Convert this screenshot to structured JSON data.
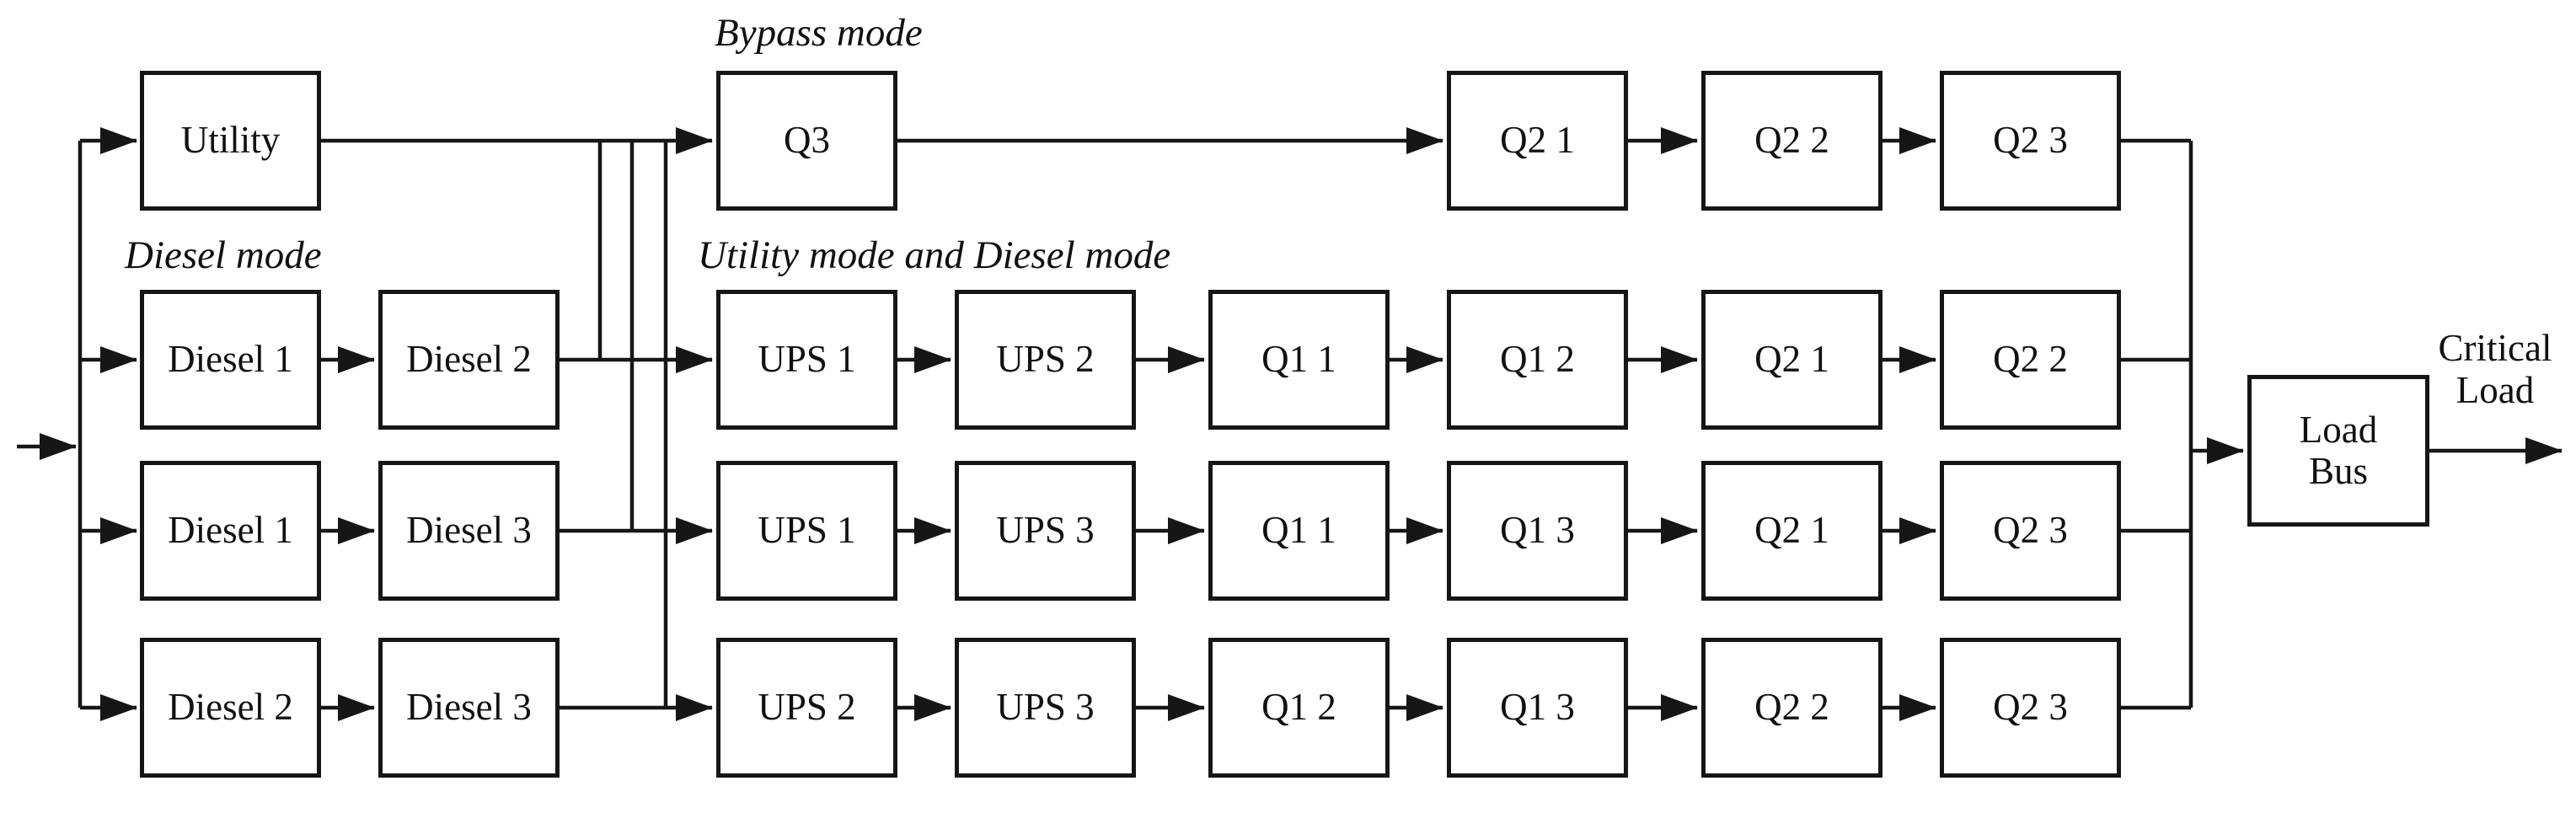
{
  "diagram": {
    "title_labels": {
      "bypass_mode": "Bypass mode",
      "diesel_mode": "Diesel mode",
      "utility_and_diesel_mode": "Utility mode and Diesel mode"
    },
    "external_labels": {
      "critical_load": "Critical Load"
    },
    "line_color": "#161616",
    "nodes": [
      {
        "id": "utility-r1",
        "label": "Utility"
      },
      {
        "id": "q3-r1",
        "label": "Q3"
      },
      {
        "id": "q2-1-r1",
        "label": "Q2 1"
      },
      {
        "id": "q2-2-r1",
        "label": "Q2 2"
      },
      {
        "id": "q2-3-r1",
        "label": "Q2 3"
      },
      {
        "id": "diesel1-r2",
        "label": "Diesel 1"
      },
      {
        "id": "diesel2-r2",
        "label": "Diesel 2"
      },
      {
        "id": "ups1-r2",
        "label": "UPS 1"
      },
      {
        "id": "ups2-r2",
        "label": "UPS 2"
      },
      {
        "id": "q1-1-r2",
        "label": "Q1 1"
      },
      {
        "id": "q1-2-r2",
        "label": "Q1 2"
      },
      {
        "id": "q2-1-r2",
        "label": "Q2 1"
      },
      {
        "id": "q2-2-r2",
        "label": "Q2 2"
      },
      {
        "id": "diesel1-r3",
        "label": "Diesel 1"
      },
      {
        "id": "diesel3-r3",
        "label": "Diesel 3"
      },
      {
        "id": "ups1-r3",
        "label": "UPS 1"
      },
      {
        "id": "ups3-r3",
        "label": "UPS 3"
      },
      {
        "id": "q1-1-r3",
        "label": "Q1 1"
      },
      {
        "id": "q1-3-r3",
        "label": "Q1 3"
      },
      {
        "id": "q2-1-r3",
        "label": "Q2 1"
      },
      {
        "id": "q2-3-r3",
        "label": "Q2 3"
      },
      {
        "id": "diesel2-r4",
        "label": "Diesel 2"
      },
      {
        "id": "diesel3-r4",
        "label": "Diesel 3"
      },
      {
        "id": "ups2-r4",
        "label": "UPS 2"
      },
      {
        "id": "ups3-r4",
        "label": "UPS 3"
      },
      {
        "id": "q1-2-r4",
        "label": "Q1 2"
      },
      {
        "id": "q1-3-r4",
        "label": "Q1 3"
      },
      {
        "id": "q2-2-r4",
        "label": "Q2 2"
      },
      {
        "id": "q2-3-r4",
        "label": "Q2 3"
      },
      {
        "id": "load-bus",
        "label": "Load Bus"
      }
    ]
  }
}
